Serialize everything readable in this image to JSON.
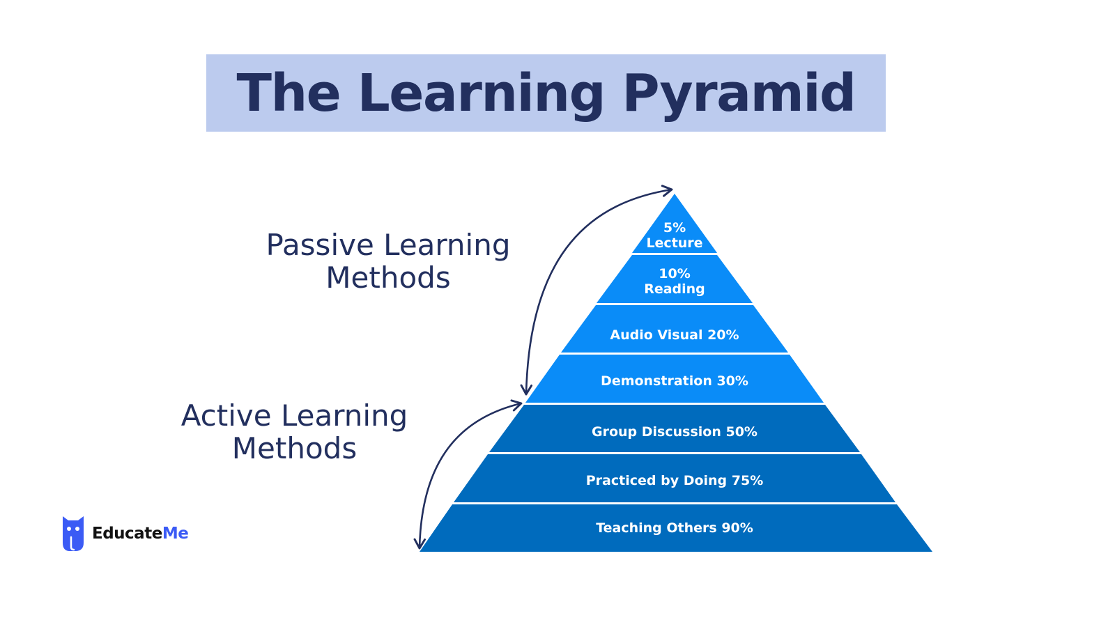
{
  "title": "The Learning Pyramid",
  "labels": {
    "passive_line1": "Passive Learning",
    "passive_line2": "Methods",
    "active_line1": "Active Learning",
    "active_line2": "Methods"
  },
  "colors": {
    "title_bg": "#bccbee",
    "title_text": "#222f5e",
    "passive_band": "#0a8cf8",
    "active_band": "#006bbd",
    "arrow": "#222f5e",
    "logo_accent": "#3b5bf5"
  },
  "pyramid": {
    "bands": [
      {
        "line1": "5%",
        "line2": "Lecture",
        "retention": 5,
        "group": "passive"
      },
      {
        "line1": "10%",
        "line2": "Reading",
        "retention": 10,
        "group": "passive"
      },
      {
        "line1": "Audio Visual 20%",
        "line2": "",
        "retention": 20,
        "group": "passive"
      },
      {
        "line1": "Demonstration 30%",
        "line2": "",
        "retention": 30,
        "group": "passive"
      },
      {
        "line1": "Group Discussion 50%",
        "line2": "",
        "retention": 50,
        "group": "active"
      },
      {
        "line1": "Practiced by Doing 75%",
        "line2": "",
        "retention": 75,
        "group": "active"
      },
      {
        "line1": "Teaching Others 90%",
        "line2": "",
        "retention": 90,
        "group": "active"
      }
    ]
  },
  "logo": {
    "name_part1": "Educate",
    "name_part2": "Me"
  }
}
